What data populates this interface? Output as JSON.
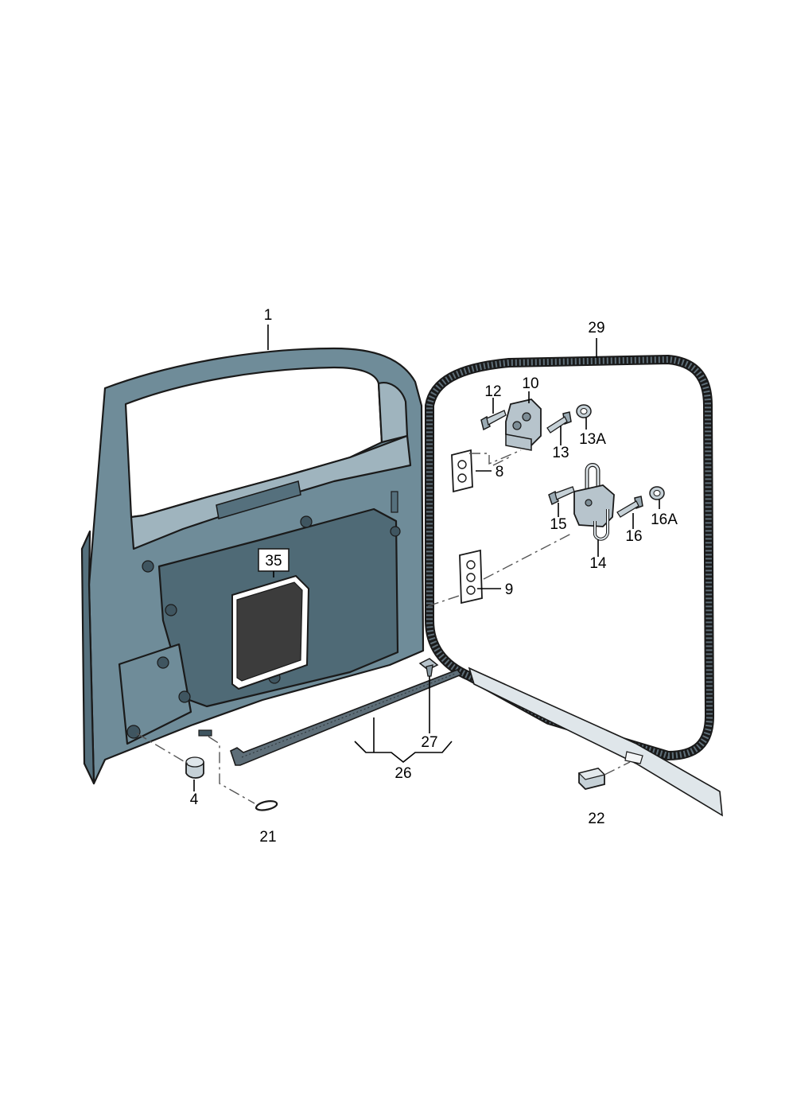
{
  "colors": {
    "door_panel": "#6f8c99",
    "door_dark": "#55707d",
    "door_light": "#9fb4be",
    "inner_cavity": "#4f6a76",
    "foam": "#3c3c3c",
    "seal": "#5e6e78",
    "hardware": "#b7c4cc",
    "line": "#000000"
  },
  "callouts": {
    "door": "1",
    "seal": "29",
    "hinge_upper": "10",
    "bolt_12": "12",
    "bolt_13": "13",
    "nut_13a": "13A",
    "plate_8": "8",
    "hinge_lower": "14",
    "bolt_15": "15",
    "bolt_16": "16",
    "nut_16a": "16A",
    "plate_9": "9",
    "foam_pad": "35",
    "cap": "4",
    "grommet": "21",
    "sill_seal": "26",
    "clip": "27",
    "plug": "22"
  }
}
